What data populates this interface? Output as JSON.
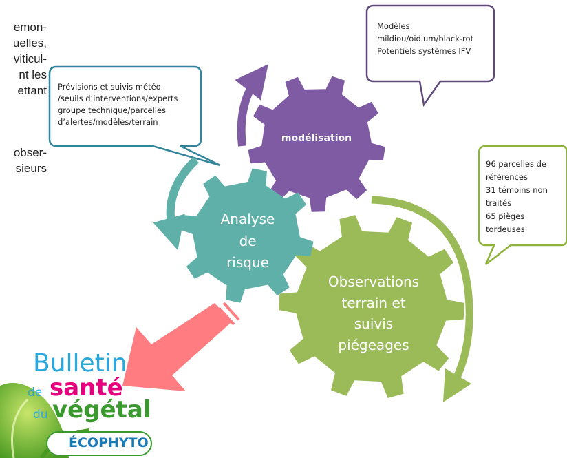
{
  "paragraph": {
    "lines": [
      "emon-",
      "uelles,",
      "viticul-",
      "nt les",
      "ettant",
      "",
      "obser-",
      "sieurs"
    ]
  },
  "callouts": {
    "meteo": [
      "Prévisions et suivis météo",
      "/seuils d’interventions/experts",
      "groupe technique/parcelles",
      "d’alertes/modèles/terrain"
    ],
    "modeles": [
      "Modèles",
      "mildiou/oïdium/black-rot",
      "Potentiels systèmes IFV"
    ],
    "parcelles": [
      "96 parcelles de",
      "références",
      "31 témoins non",
      "traités",
      "65 pièges",
      "tordeuses"
    ]
  },
  "gears": {
    "modelisation": "modélisation",
    "analyse": [
      "Analyse",
      "de",
      "risque"
    ],
    "observations": [
      "Observations",
      "terrain et",
      "suivis",
      "piégeages"
    ]
  },
  "logo": {
    "bulletin": "Bulletin",
    "de": "de",
    "sante": "santé",
    "du": "du",
    "vegetal": "végétal",
    "ecophyto": "ÉCOPHYTO"
  },
  "colors": {
    "teal": "#5fb0a8",
    "purple": "#7e5ba3",
    "green": "#9bbb59",
    "arrow": "#ff7c80",
    "bulletin_blue": "#29a7df",
    "sante_pink": "#e6007e",
    "vegetal_green": "#3a9a2e",
    "callout_blue_border": "#31859c",
    "callout_purple_border": "#604a7b",
    "callout_green_border": "#8db33a"
  }
}
